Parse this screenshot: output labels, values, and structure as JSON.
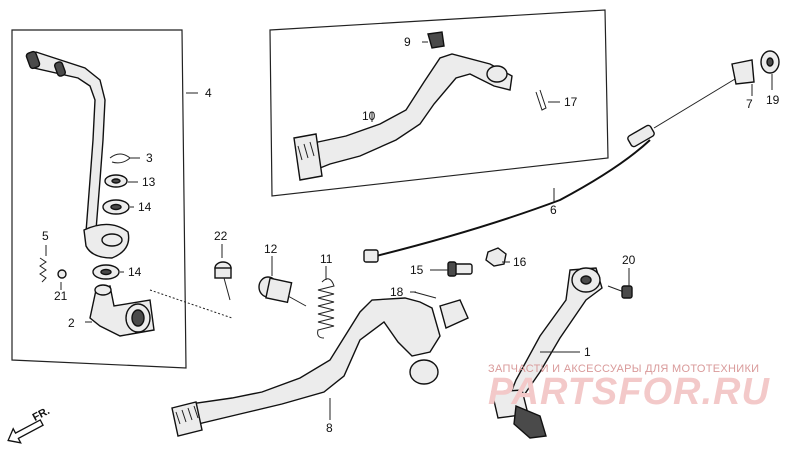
{
  "labels": {
    "p1": "1",
    "p2": "2",
    "p3": "3",
    "p4": "4",
    "p5": "5",
    "p6": "6",
    "p7": "7",
    "p8": "8",
    "p9": "9",
    "p10": "10",
    "p11": "11",
    "p12": "12",
    "p13": "13",
    "p14a": "14",
    "p14b": "14",
    "p15": "15",
    "p16": "16",
    "p17": "17",
    "p18": "18",
    "p19": "19",
    "p20": "20",
    "p21": "21",
    "p22": "22"
  },
  "direction": "FR.",
  "watermark": {
    "subtitle": "ЗАПЧАСТИ И АКСЕССУАРЫ ДЛЯ МОТОТЕХНИКИ",
    "brand": "PARTSFOR.RU"
  }
}
